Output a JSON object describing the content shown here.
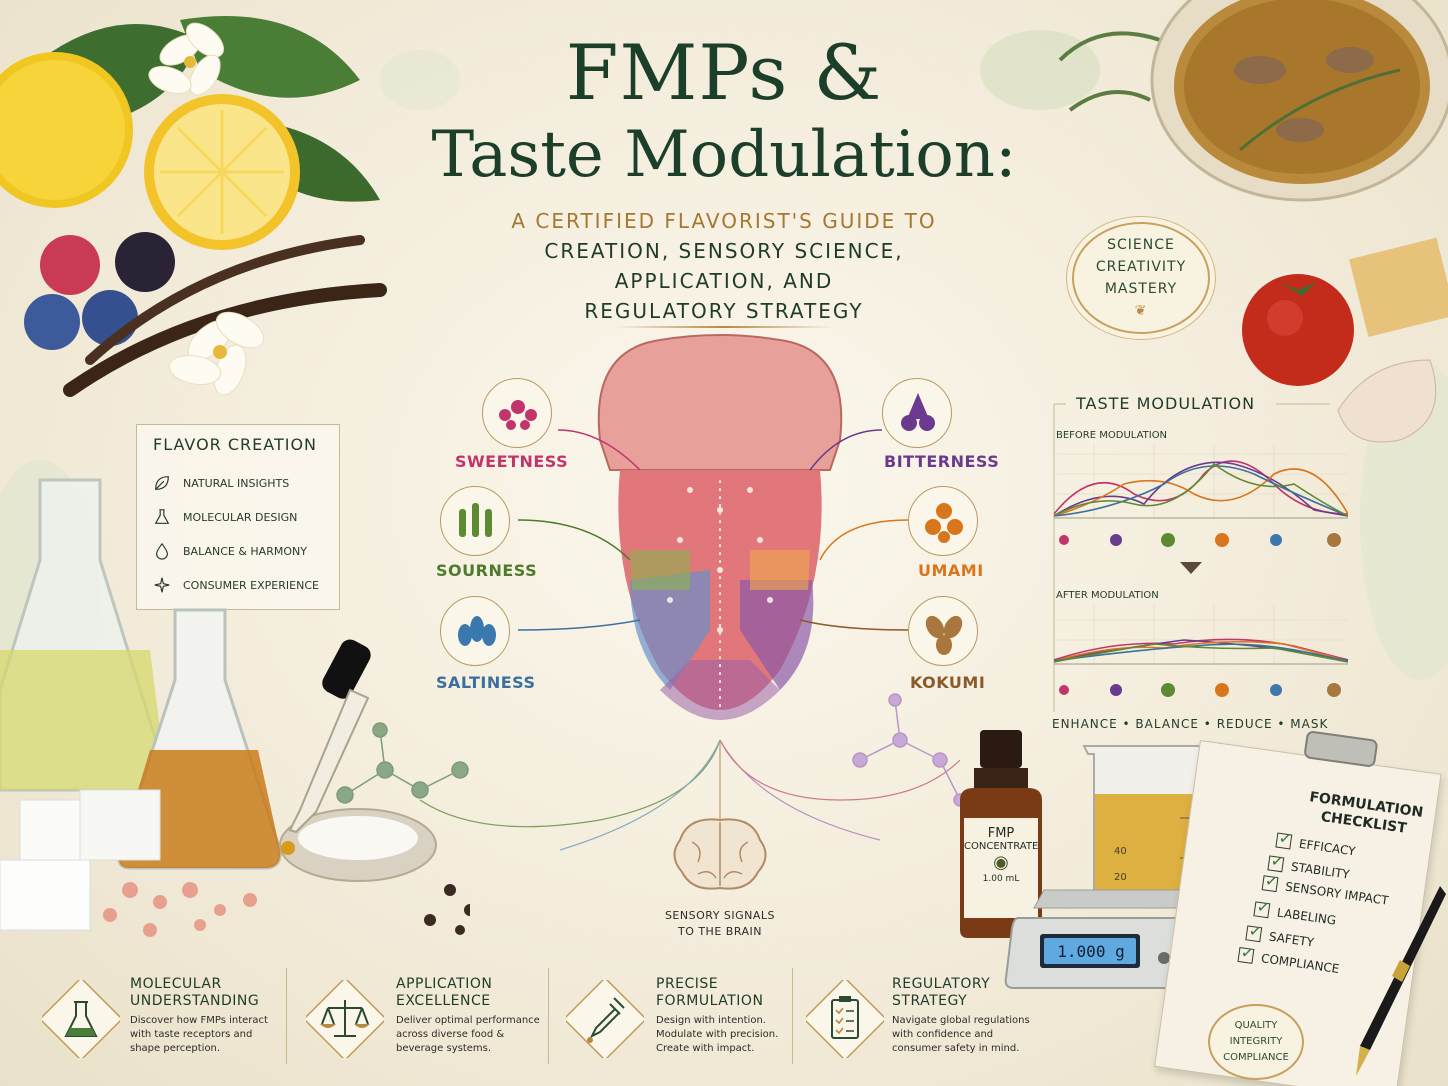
{
  "header": {
    "title_line1": "FMPs &",
    "title_line2": "Taste Modulation:",
    "subtitle_line1": "A CERTIFIED FLAVORIST'S GUIDE TO",
    "subtitle_line2": "CREATION, SENSORY SCIENCE,",
    "subtitle_line3": "APPLICATION, AND",
    "subtitle_line4": "REGULATORY STRATEGY"
  },
  "seal_top": {
    "line1": "SCIENCE",
    "line2": "CREATIVITY",
    "line3": "MASTERY"
  },
  "seal_bottom": {
    "line1": "QUALITY",
    "line2": "INTEGRITY",
    "line3": "COMPLIANCE"
  },
  "flavor_creation": {
    "title": "FLAVOR CREATION",
    "items": [
      "NATURAL INSIGHTS",
      "MOLECULAR DESIGN",
      "BALANCE & HARMONY",
      "CONSUMER EXPERIENCE"
    ]
  },
  "tastes": {
    "sweetness": "SWEETNESS",
    "sourness": "SOURNESS",
    "saltiness": "SALTINESS",
    "bitterness": "BITTERNESS",
    "umami": "UMAMI",
    "kokumi": "KOKUMI"
  },
  "colors": {
    "sweetness": "#c2356b",
    "sourness": "#4f7a2c",
    "saltiness": "#3a6f9e",
    "bitterness": "#6a3a8e",
    "umami": "#d9761c",
    "kokumi": "#8a5a2a",
    "accent_gold": "#b48a44",
    "title_green": "#1c3f2a"
  },
  "brain_label": {
    "line1": "SENSORY SIGNALS",
    "line2": "TO THE BRAIN"
  },
  "taste_modulation": {
    "title": "TASTE MODULATION",
    "before_label": "BEFORE MODULATION",
    "after_label": "AFTER MODULATION",
    "footer": "ENHANCE • BALANCE • REDUCE • MASK"
  },
  "bottle": {
    "line1": "FMP",
    "line2": "CONCENTRATE",
    "volume": "1.00 mL"
  },
  "scale": {
    "readout": "1.000 g"
  },
  "beaker": {
    "mark40": "40",
    "mark20": "20"
  },
  "checklist": {
    "title_line1": "FORMULATION",
    "title_line2": "CHECKLIST",
    "items": [
      "EFFICACY",
      "STABILITY",
      "SENSORY IMPACT",
      "LABELING",
      "SAFETY",
      "COMPLIANCE"
    ]
  },
  "features": [
    {
      "title_line1": "MOLECULAR",
      "title_line2": "UNDERSTANDING",
      "desc": [
        "Discover how FMPs interact",
        "with taste receptors and",
        "shape perception."
      ]
    },
    {
      "title_line1": "APPLICATION",
      "title_line2": "EXCELLENCE",
      "desc": [
        "Deliver optimal performance",
        "across diverse food &",
        "beverage systems."
      ]
    },
    {
      "title_line1": "PRECISE",
      "title_line2": "FORMULATION",
      "desc": [
        "Design with intention.",
        "Modulate with precision.",
        "Create with impact."
      ]
    },
    {
      "title_line1": "REGULATORY",
      "title_line2": "STRATEGY",
      "desc": [
        "Navigate global regulations",
        "with confidence and",
        "consumer safety in mind."
      ]
    }
  ]
}
